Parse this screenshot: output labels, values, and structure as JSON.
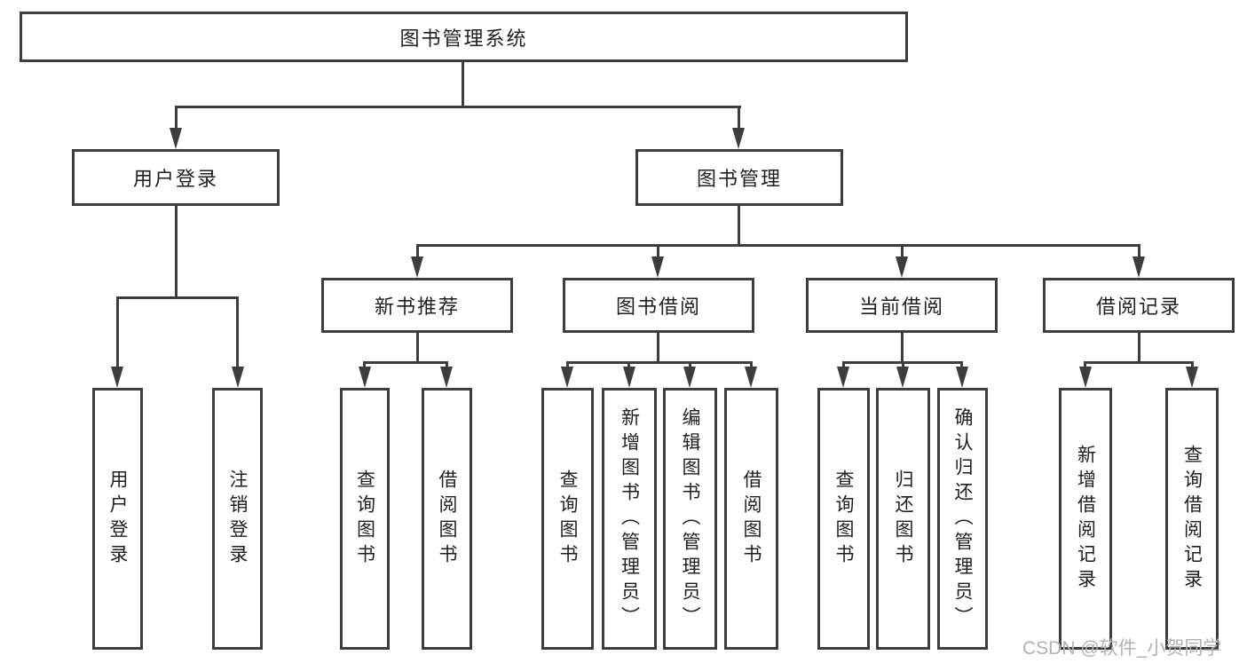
{
  "nodes": {
    "root": "图书管理系统",
    "user_login": "用户登录",
    "book_mgmt": "图书管理",
    "new_book_rec": "新书推荐",
    "book_borrow": "图书借阅",
    "current_borrow": "当前借阅",
    "borrow_records": "借阅记录",
    "leaf_user_login": "用户登录",
    "leaf_logout": "注销登录",
    "leaf_query_book_rec": "查询图书",
    "leaf_borrow_book_rec": "借阅图书",
    "leaf_query_book_borrow": "查询图书",
    "leaf_add_book": "新增图书（管理员）",
    "leaf_edit_book": "编辑图书（管理员）",
    "leaf_borrow_book_borrow": "借阅图书",
    "leaf_query_book_current": "查询图书",
    "leaf_return_book": "归还图书",
    "leaf_confirm_return": "确认归还（管理员）",
    "leaf_add_borrow_record": "新增借阅记录",
    "leaf_query_borrow_record": "查询借阅记录"
  },
  "watermark": "CSDN @软件_小贺同学",
  "colors": {
    "line": "#3d3d3d",
    "text": "#1f1f1f",
    "watermark": "#b3b3b3",
    "background": "#ffffff"
  }
}
